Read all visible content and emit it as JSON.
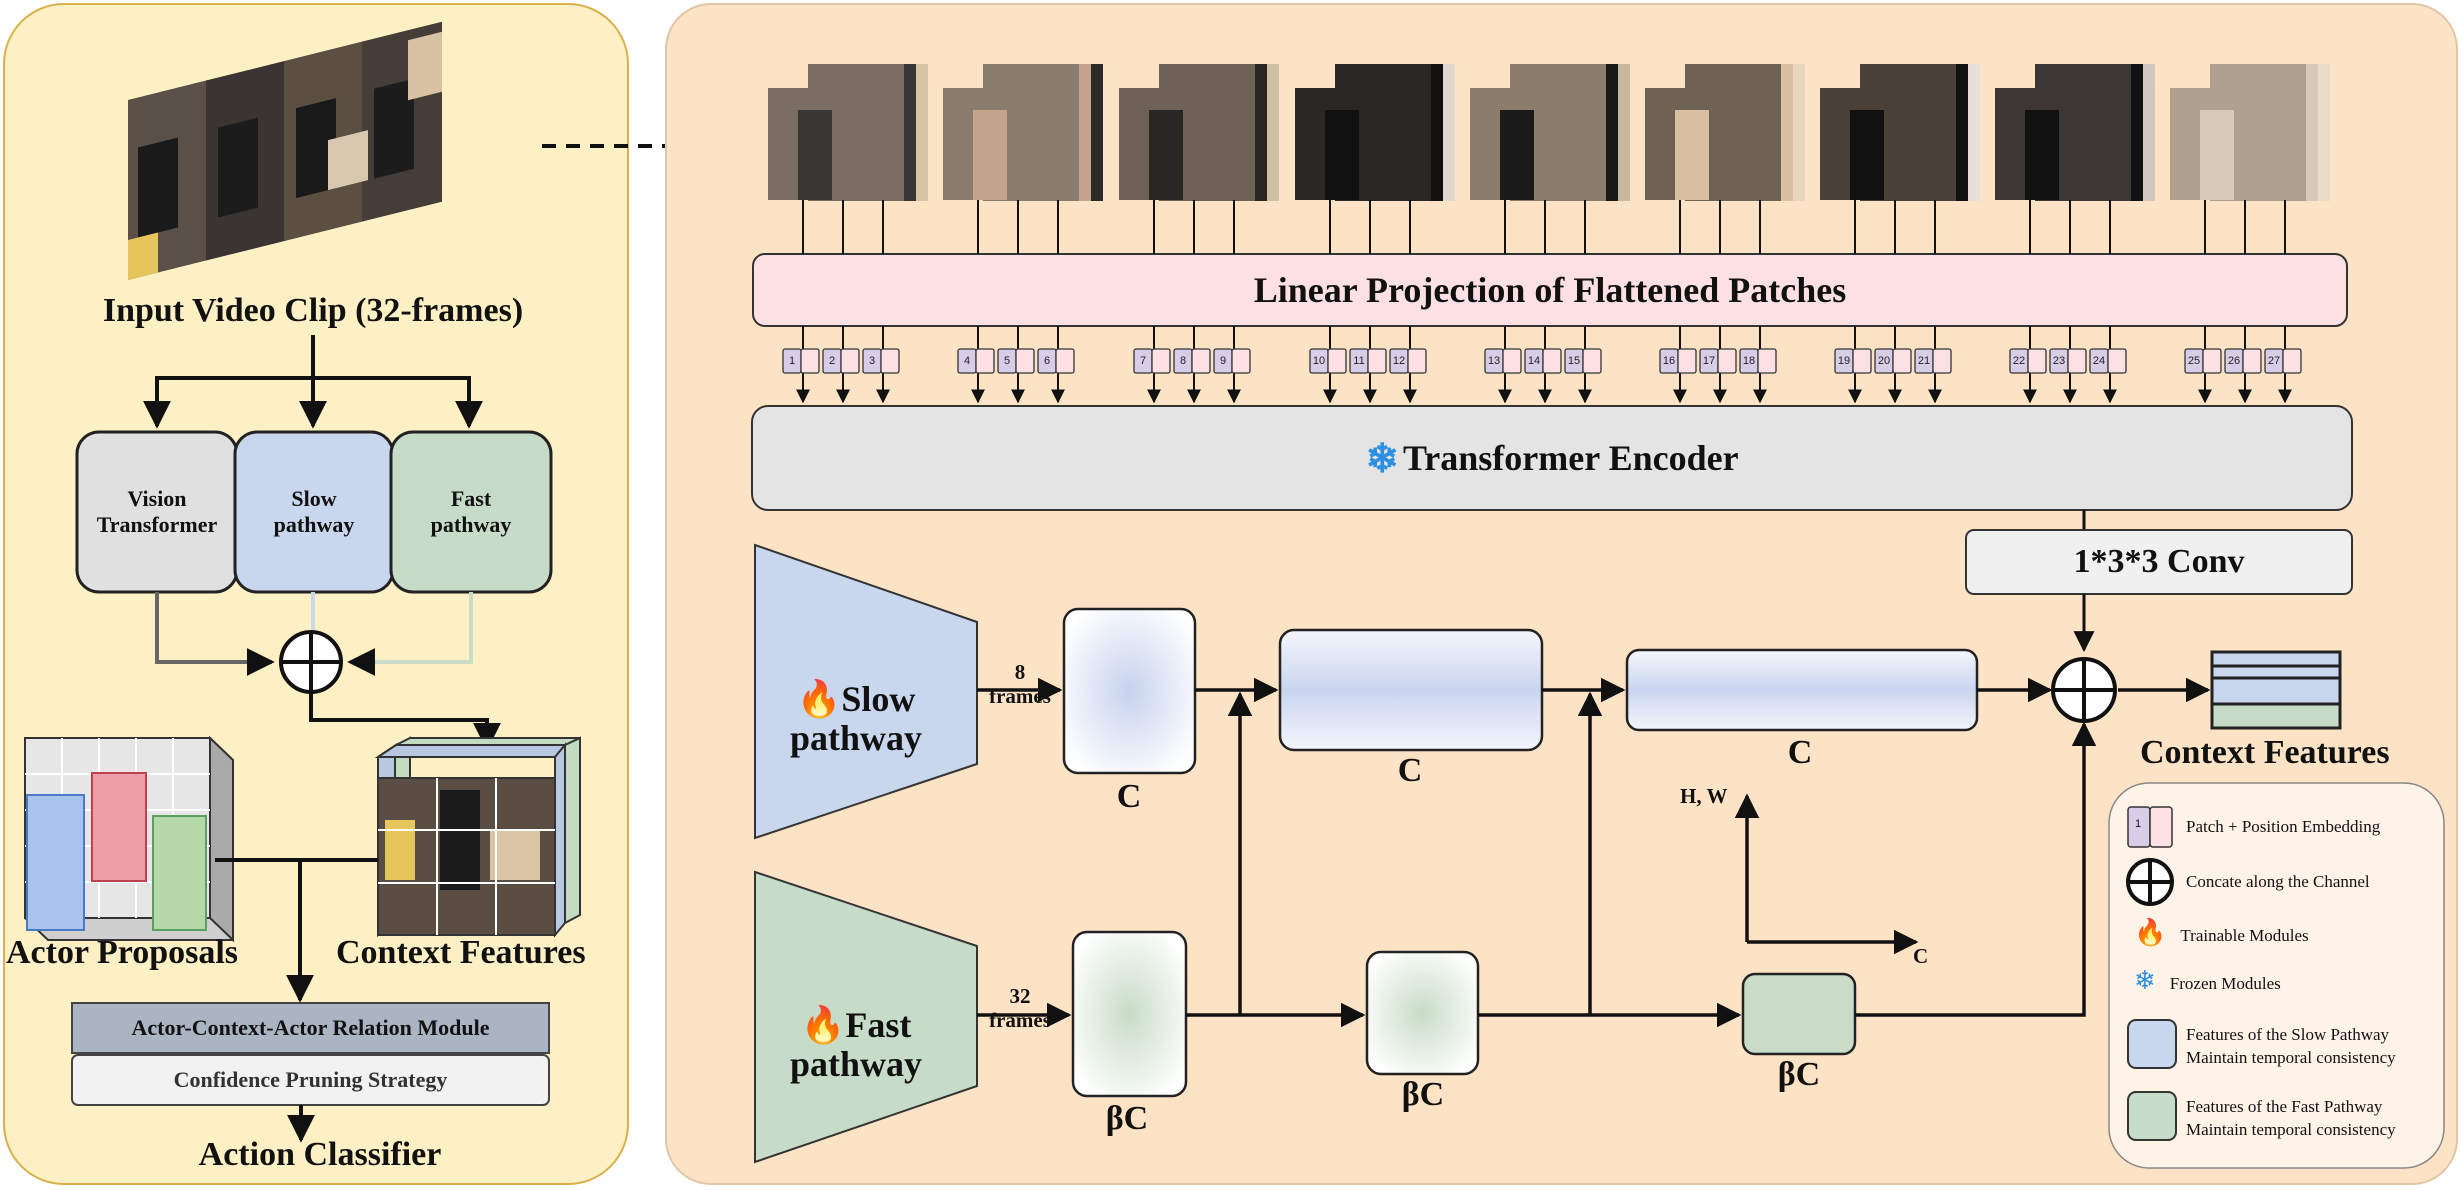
{
  "left_panel": {
    "input_label": "Input Video Clip (32-frames)",
    "branches": [
      "Vision\nTransformer",
      "Slow\npathway",
      "Fast\npathway"
    ],
    "actor_label": "Actor Proposals",
    "context_label": "Context Features",
    "relation_module": "Actor-Context-Actor Relation Module",
    "pruning": "Confidence Pruning Strategy",
    "classifier": "Action Classifier"
  },
  "right_panel": {
    "linear_projection": "Linear Projection of Flattened Patches",
    "encoder": "Transformer Encoder",
    "conv": "1*3*3 Conv",
    "slow_label": "Slow\npathway",
    "fast_label": "Fast\npathway",
    "slow_frames": "8\nframes",
    "fast_frames": "32\nframes",
    "slow_feature_labels": [
      "C",
      "C",
      "C"
    ],
    "fast_feature_labels": [
      "βC",
      "βC",
      "βC"
    ],
    "axis_y": "H, W",
    "axis_x": "C",
    "output_label": "Context Features",
    "token_numbers": [
      "1",
      "2",
      "3",
      "4",
      "5",
      "6",
      "7",
      "8",
      "9",
      "10",
      "11",
      "12",
      "13",
      "14",
      "15",
      "16",
      "17",
      "18",
      "19",
      "20",
      "21",
      "22",
      "23",
      "24",
      "25",
      "26",
      "27"
    ]
  },
  "legend": {
    "token_digit": "1",
    "items": [
      "Patch + Position Embedding",
      "Concate along the Channel",
      "Trainable Modules",
      "Frozen Modules",
      "Features of the Slow Pathway\nMaintain temporal consistency",
      "Features of the Fast Pathway\nMaintain temporal consistency"
    ]
  },
  "colors": {
    "left_bg": "#fdf0c4",
    "left_border": "#d9b04a",
    "right_bg": "#fde3c6",
    "right_border": "#e0c6a6",
    "slow": "#c8d6ee",
    "fast": "#c7dcc8",
    "vit": "#e0e0e0",
    "projection": "#fde0e4",
    "encoder": "#e4e4e4",
    "token": "#d8cde6",
    "relation": "#aab4c2"
  },
  "icons": [
    "fire-icon",
    "snowflake-icon",
    "plus-circle-icon"
  ]
}
